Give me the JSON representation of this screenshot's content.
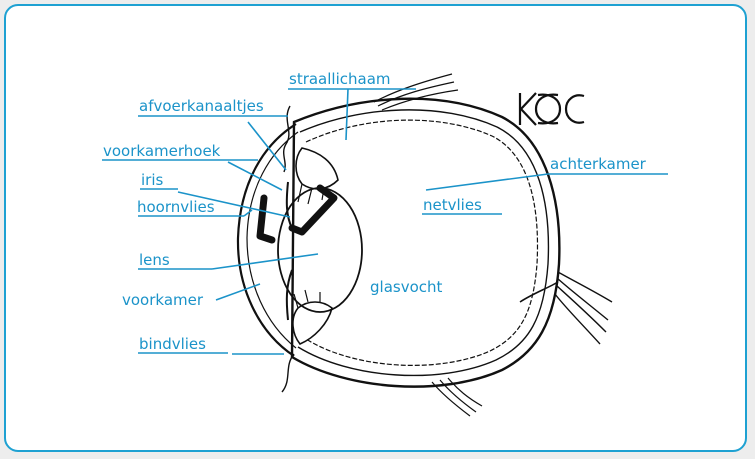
{
  "colors": {
    "frame": "#1ea1d2",
    "label": "#1b93c9",
    "ink": "#111111",
    "background": "#ffffff"
  },
  "logo_icon": "koc-logo",
  "labels": {
    "straallichaam": "straallichaam",
    "afvoerkanaaltjes": "afvoerkanaaltjes",
    "voorkamerhoek": "voorkamerhoek",
    "iris": "iris",
    "hoornvlies": "hoornvlies",
    "lens": "lens",
    "voorkamer": "voorkamer",
    "bindvlies": "bindvlies",
    "achterkamer": "achterkamer",
    "netvlies": "netvlies",
    "glasvocht": "glasvocht"
  }
}
